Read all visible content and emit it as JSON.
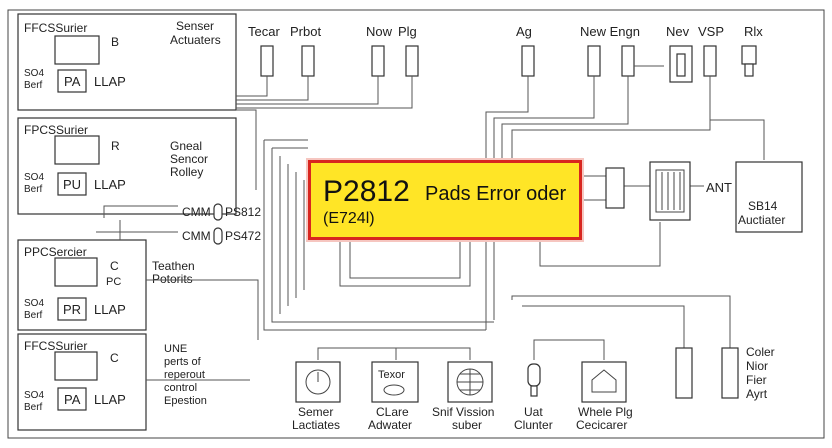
{
  "modules": [
    {
      "title": "FFCSSurier",
      "letter": "B",
      "code": "PA",
      "mode": "LLAP",
      "left": "SO4",
      "left2": "Berf"
    },
    {
      "title": "FPCSSurier",
      "letter": "R",
      "code": "PU",
      "mode": "LLAP",
      "left": "SO4",
      "left2": "Berf"
    },
    {
      "title": "PPCSercier",
      "letter": "C",
      "letter2": "PC",
      "code": "PR",
      "mode": "LLAP",
      "left": "SO4",
      "left2": "Berf"
    },
    {
      "title": "FFCSSurier",
      "letter": "C",
      "code": "PA",
      "mode": "LLAP",
      "left": "SO4",
      "left2": "Berf"
    }
  ],
  "side_labels": {
    "top": [
      "Senser",
      "Actuaters"
    ],
    "gneal": [
      "Gneal",
      "Sencor",
      "Rolley"
    ],
    "teather": [
      "Teathen",
      "Potorits"
    ],
    "une": [
      "UNE",
      "perts of",
      "reperout",
      "control",
      "Epestion"
    ]
  },
  "cmm": [
    {
      "label": "CMM",
      "code": "PS812"
    },
    {
      "label": "CMM",
      "code": "PS472"
    }
  ],
  "top_labels": [
    "Tecar",
    "Prbot",
    "Now",
    "Plg",
    "Ag",
    "New Engn",
    "Nev",
    "VSP",
    "Rlx"
  ],
  "right_labels": {
    "ant": "ANT",
    "sb": [
      "SB14",
      "Auctiater"
    ],
    "coler": [
      "Coler",
      "Nior",
      "Fier",
      "Ayrt"
    ]
  },
  "bottom_labels": [
    [
      "Semer",
      "Lactiates"
    ],
    [
      "CLare",
      "Adwater"
    ],
    [
      "Snif Vission",
      "suber"
    ],
    [
      "Uat",
      "Clunter"
    ],
    [
      "Whele Plg",
      "Cecicarer"
    ]
  ],
  "texor_label": "Texor",
  "error": {
    "code": "P2812",
    "message": "Pads Error oder",
    "sub": "(E724l)",
    "border_color": "#d8261f",
    "fill_color": "#ffe526"
  }
}
